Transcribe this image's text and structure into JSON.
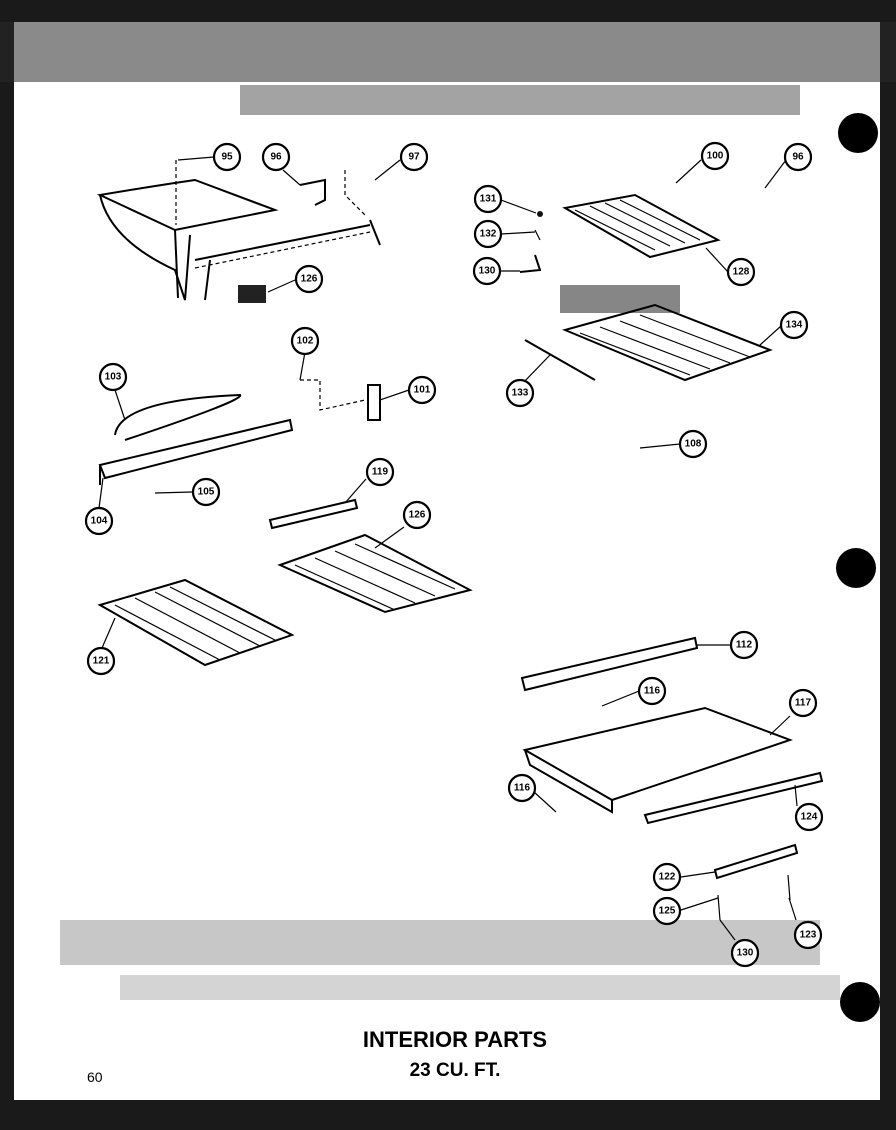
{
  "title": {
    "line1": "INTERIOR PARTS",
    "line2": "23 CU. FT."
  },
  "page_number": "60",
  "callouts": [
    {
      "id": "c95",
      "label": "95"
    },
    {
      "id": "c96a",
      "label": "96"
    },
    {
      "id": "c97",
      "label": "97"
    },
    {
      "id": "c126a",
      "label": "126"
    },
    {
      "id": "c100",
      "label": "100"
    },
    {
      "id": "c96b",
      "label": "96"
    },
    {
      "id": "c131",
      "label": "131"
    },
    {
      "id": "c132",
      "label": "132"
    },
    {
      "id": "c130a",
      "label": "130"
    },
    {
      "id": "c128",
      "label": "128"
    },
    {
      "id": "c134",
      "label": "134"
    },
    {
      "id": "c133",
      "label": "133"
    },
    {
      "id": "c102",
      "label": "102"
    },
    {
      "id": "c103",
      "label": "103"
    },
    {
      "id": "c101",
      "label": "101"
    },
    {
      "id": "c105",
      "label": "105"
    },
    {
      "id": "c104",
      "label": "104"
    },
    {
      "id": "c108",
      "label": "108"
    },
    {
      "id": "c119",
      "label": "119"
    },
    {
      "id": "c126b",
      "label": "126"
    },
    {
      "id": "c121",
      "label": "121"
    },
    {
      "id": "c112",
      "label": "112"
    },
    {
      "id": "c116a",
      "label": "116"
    },
    {
      "id": "c117",
      "label": "117"
    },
    {
      "id": "c116b",
      "label": "116"
    },
    {
      "id": "c124",
      "label": "124"
    },
    {
      "id": "c122",
      "label": "122"
    },
    {
      "id": "c125",
      "label": "125"
    },
    {
      "id": "c123",
      "label": "123"
    },
    {
      "id": "c130b",
      "label": "130"
    }
  ]
}
